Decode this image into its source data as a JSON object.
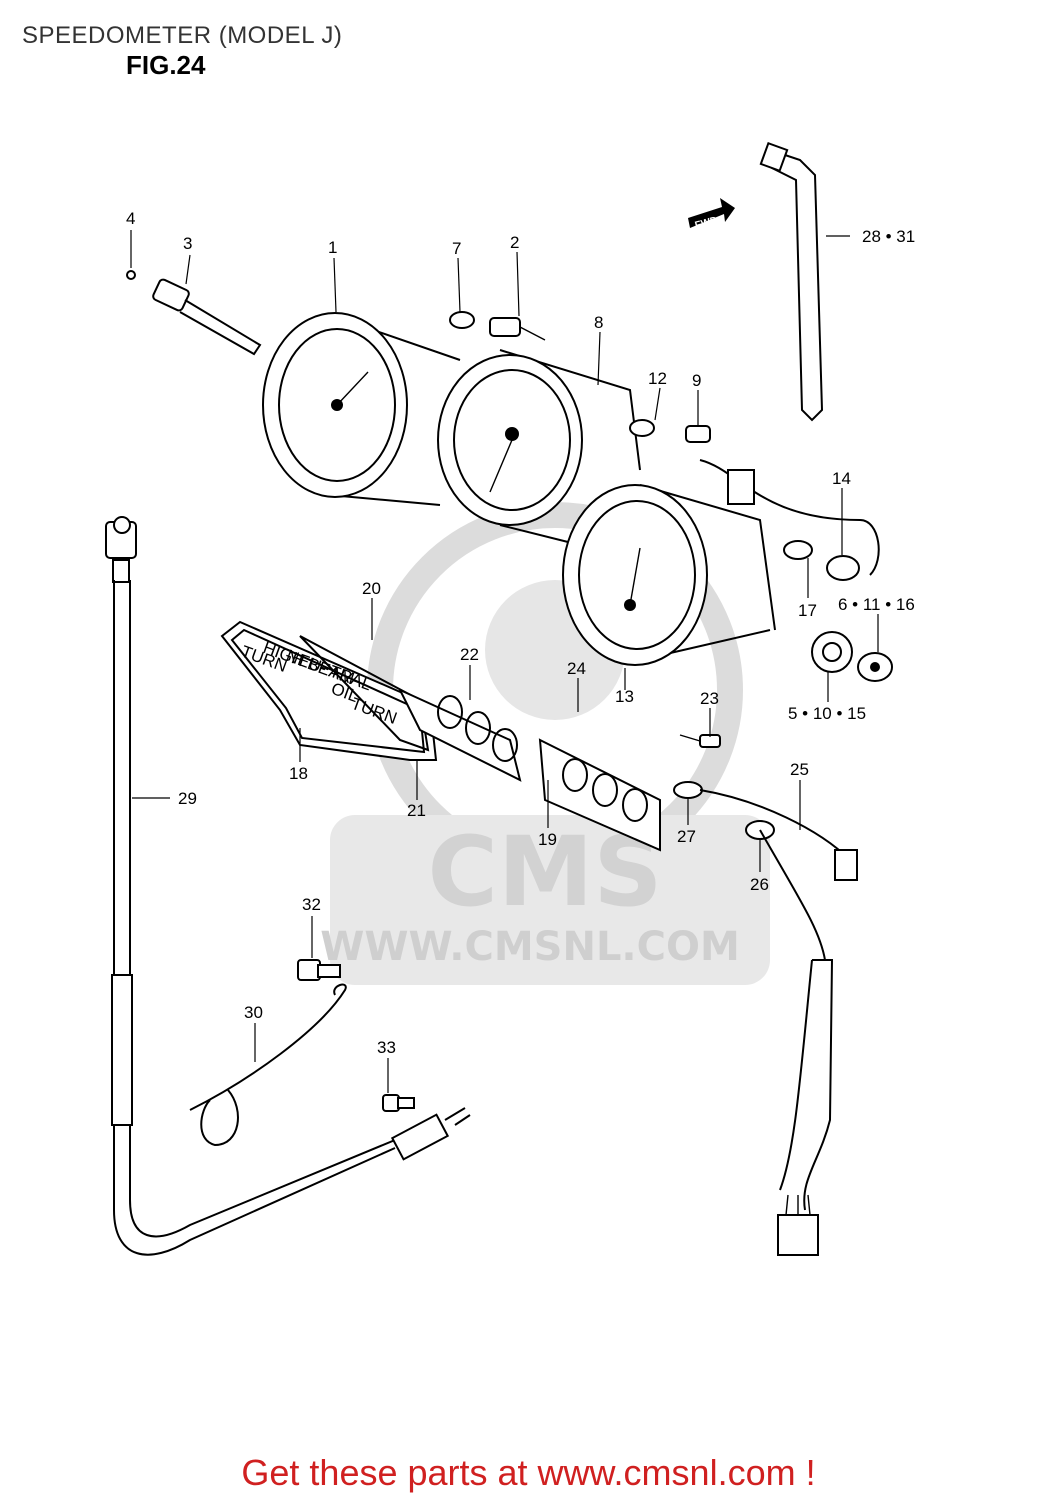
{
  "title": "SPEEDOMETER (MODEL J)",
  "figure": "FIG.24",
  "fwd_arrow": "FWD",
  "watermark": {
    "brand": "CMS",
    "url": "WWW.CMSNL.COM"
  },
  "footer": "Get these parts at www.cmsnl.com !",
  "colors": {
    "footer": "#d02020",
    "line": "#000000",
    "watermark": "#d9d9d9"
  },
  "indicator_panel_text": [
    "TURN",
    "HIGH BEAM",
    "NEU- TRAL",
    "OIL",
    "TURN"
  ],
  "callouts": [
    {
      "id": "c4",
      "text": "4"
    },
    {
      "id": "c3",
      "text": "3"
    },
    {
      "id": "c1",
      "text": "1"
    },
    {
      "id": "c7",
      "text": "7"
    },
    {
      "id": "c2",
      "text": "2"
    },
    {
      "id": "c8",
      "text": "8"
    },
    {
      "id": "c12",
      "text": "12"
    },
    {
      "id": "c9",
      "text": "9"
    },
    {
      "id": "c28",
      "text": "28 • 31"
    },
    {
      "id": "c14",
      "text": "14"
    },
    {
      "id": "c17",
      "text": "17"
    },
    {
      "id": "c6",
      "text": "6 • 11 • 16"
    },
    {
      "id": "c5",
      "text": "5 • 10 • 15"
    },
    {
      "id": "c20",
      "text": "20"
    },
    {
      "id": "c22",
      "text": "22"
    },
    {
      "id": "c24",
      "text": "24"
    },
    {
      "id": "c13",
      "text": "13"
    },
    {
      "id": "c23",
      "text": "23"
    },
    {
      "id": "c25",
      "text": "25"
    },
    {
      "id": "c18",
      "text": "18"
    },
    {
      "id": "c21",
      "text": "21"
    },
    {
      "id": "c19",
      "text": "19"
    },
    {
      "id": "c27",
      "text": "27"
    },
    {
      "id": "c26",
      "text": "26"
    },
    {
      "id": "c29",
      "text": "29"
    },
    {
      "id": "c32",
      "text": "32"
    },
    {
      "id": "c30",
      "text": "30"
    },
    {
      "id": "c33",
      "text": "33"
    }
  ]
}
